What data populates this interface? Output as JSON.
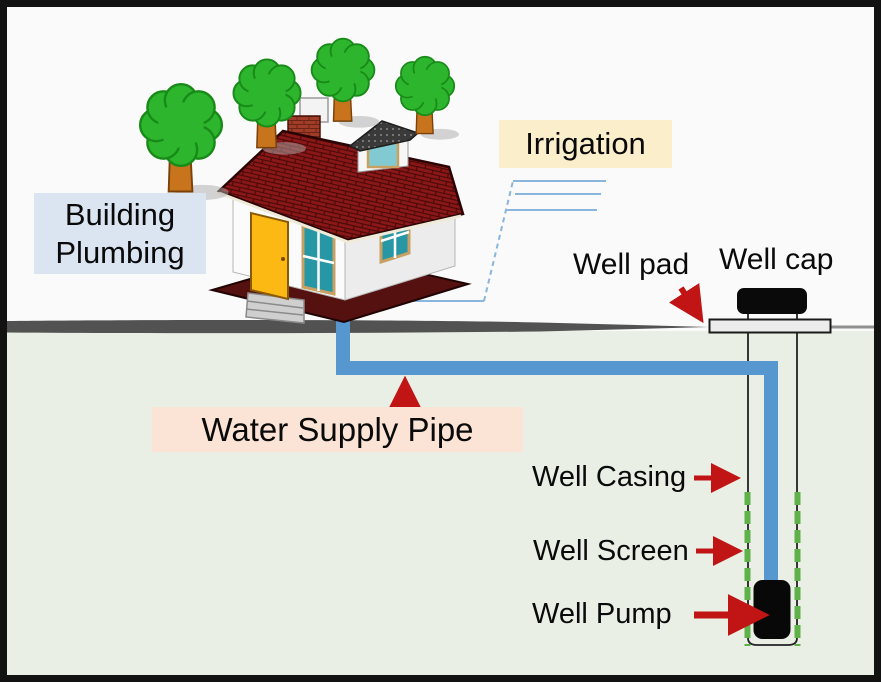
{
  "diagram": {
    "type": "residential-well-water-system",
    "labels": {
      "building_plumbing_lines": [
        "Building",
        "Plumbing"
      ],
      "irrigation": "Irrigation",
      "well_pad": "Well pad",
      "well_cap": "Well cap",
      "water_supply_pipe": "Water Supply Pipe",
      "well_casing": "Well Casing",
      "well_screen": "Well Screen",
      "well_pump": "Well Pump"
    },
    "colors": {
      "pipe_blue": "#5797cf",
      "irrigation_line_blue": "#8ab5dc",
      "arrow_red": "#c11414",
      "screen_green": "#5fb14a",
      "roof_red": "#8c1717",
      "tree_green": "#2db52d",
      "trunk_brown": "#c8741c",
      "door_yellow": "#fdb913",
      "window_teal": "#2796a5",
      "underground_green": "#e9efe5",
      "ground_gray": "#525252",
      "well_cap_black": "#0a0a0a",
      "box_building_plumbing_bg": "#dbe5f2",
      "box_irrigation_bg": "#faeecb",
      "box_water_supply_bg": "#fbe3d6",
      "border_black": "#121212"
    }
  }
}
